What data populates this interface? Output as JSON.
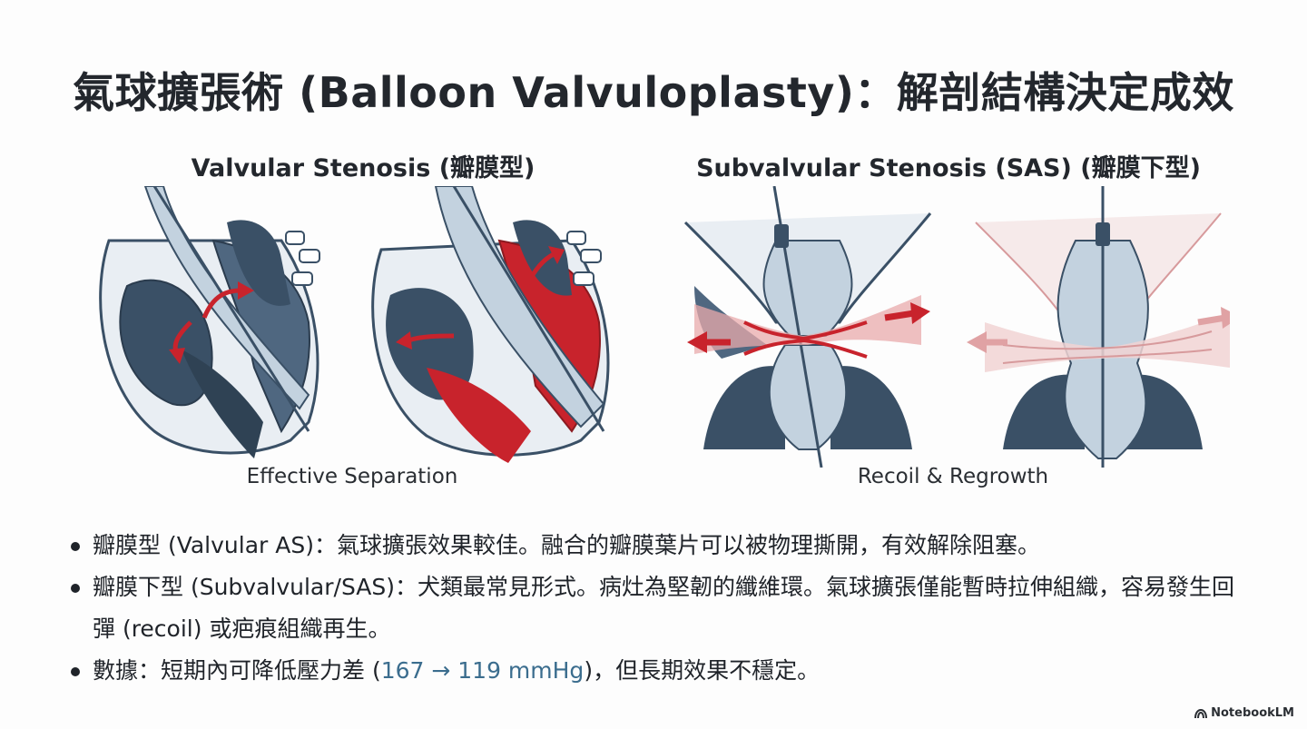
{
  "title": "氣球擴張術 (Balloon Valvuloplasty)：解剖結構決定成效",
  "panels": {
    "valvular": {
      "heading": "Valvular Stenosis (瓣膜型)",
      "caption": "Effective Separation"
    },
    "subvalvular": {
      "heading": "Subvalvular Stenosis (SAS) (瓣膜下型)",
      "caption": "Recoil & Regrowth"
    }
  },
  "bullets": [
    {
      "text": "瓣膜型 (Valvular AS)：氣球擴張效果較佳。融合的瓣膜葉片可以被物理撕開，有效解除阻塞。"
    },
    {
      "text": "瓣膜下型 (Subvalvular/SAS)：犬類最常見形式。病灶為堅韌的纖維環。氣球擴張僅能暫時拉伸組織，容易發生回彈 (recoil) 或疤痕組織再生。"
    },
    {
      "pre": "數據：短期內可降低壓力差 (",
      "highlight": "167 → 119 mmHg",
      "post": ")，但長期效果不穩定。"
    }
  ],
  "brand": "NotebookLM",
  "colors": {
    "accent_red": "#c8232c",
    "slate": "#3a5066",
    "balloon": "#c3d2df",
    "highlight": "#3b6d8e"
  },
  "icons": [
    "notebooklm-logo-icon"
  ]
}
